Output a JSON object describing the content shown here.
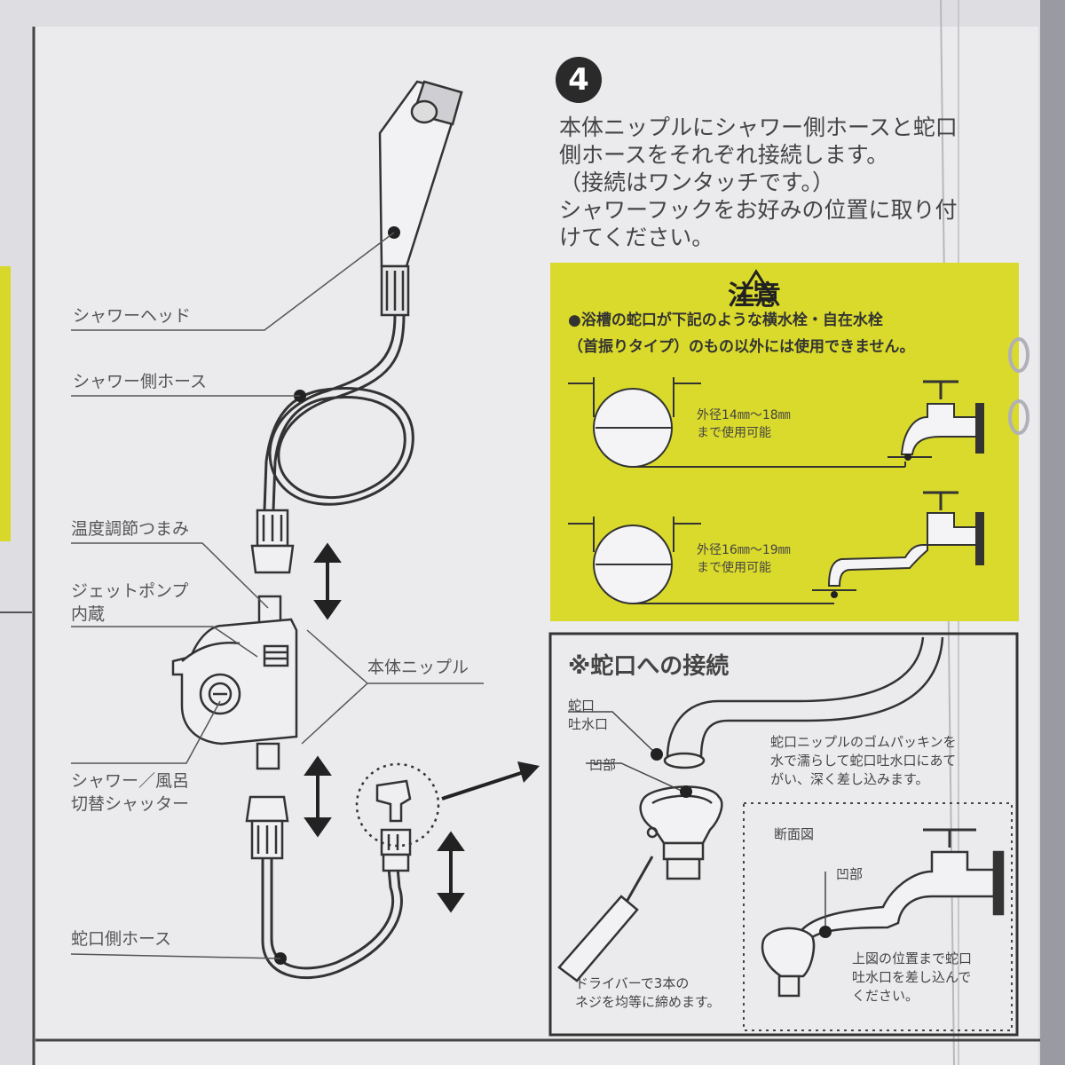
{
  "step": "4",
  "instructions": [
    "本体ニップルにシャワー側ホースと蛇口",
    "側ホースをそれぞれ接続します。",
    "（接続はワンタッチです。）",
    "シャワーフックをお好みの位置に取り付",
    "けてください。"
  ],
  "labels": {
    "shower_head": "シャワーヘッド",
    "shower_hose": "シャワー側ホース",
    "temp_knob": "温度調節つまみ",
    "jet_pump_1": "ジェットポンプ",
    "jet_pump_2": "内蔵",
    "body_nipple": "本体ニップル",
    "shutter_1": "シャワー／風呂",
    "shutter_2": "切替シャッター",
    "faucet_hose": "蛇口側ホース"
  },
  "caution": {
    "title": "注意",
    "lines": [
      "●浴槽の蛇口が下記のような横水栓・自在水栓",
      "（首振りタイプ）のもの以外には使用できません。"
    ],
    "spec1": [
      "外径14㎜～18㎜",
      "まで使用可能"
    ],
    "spec2": [
      "外径16㎜～19㎜",
      "まで使用可能"
    ]
  },
  "connection": {
    "title": "※蛇口への接続",
    "outlet_1": "蛇口",
    "outlet_2": "吐水口",
    "recess": "凹部",
    "packing": [
      "蛇口ニップルのゴムパッキンを",
      "水で濡らして蛇口吐水口にあて",
      "がい、深く差し込みます。"
    ],
    "section": "断面図",
    "recess_2": "凹部",
    "screw": [
      "ドライバーで3本の",
      "ネジを均等に締めます。"
    ],
    "insert": [
      "上図の位置まで蛇口",
      "吐水口を差し込んで",
      "ください。"
    ]
  },
  "colors": {
    "paper": "#e9e9ec",
    "caution_bg": "#dcdc2e",
    "ink": "#333333"
  }
}
